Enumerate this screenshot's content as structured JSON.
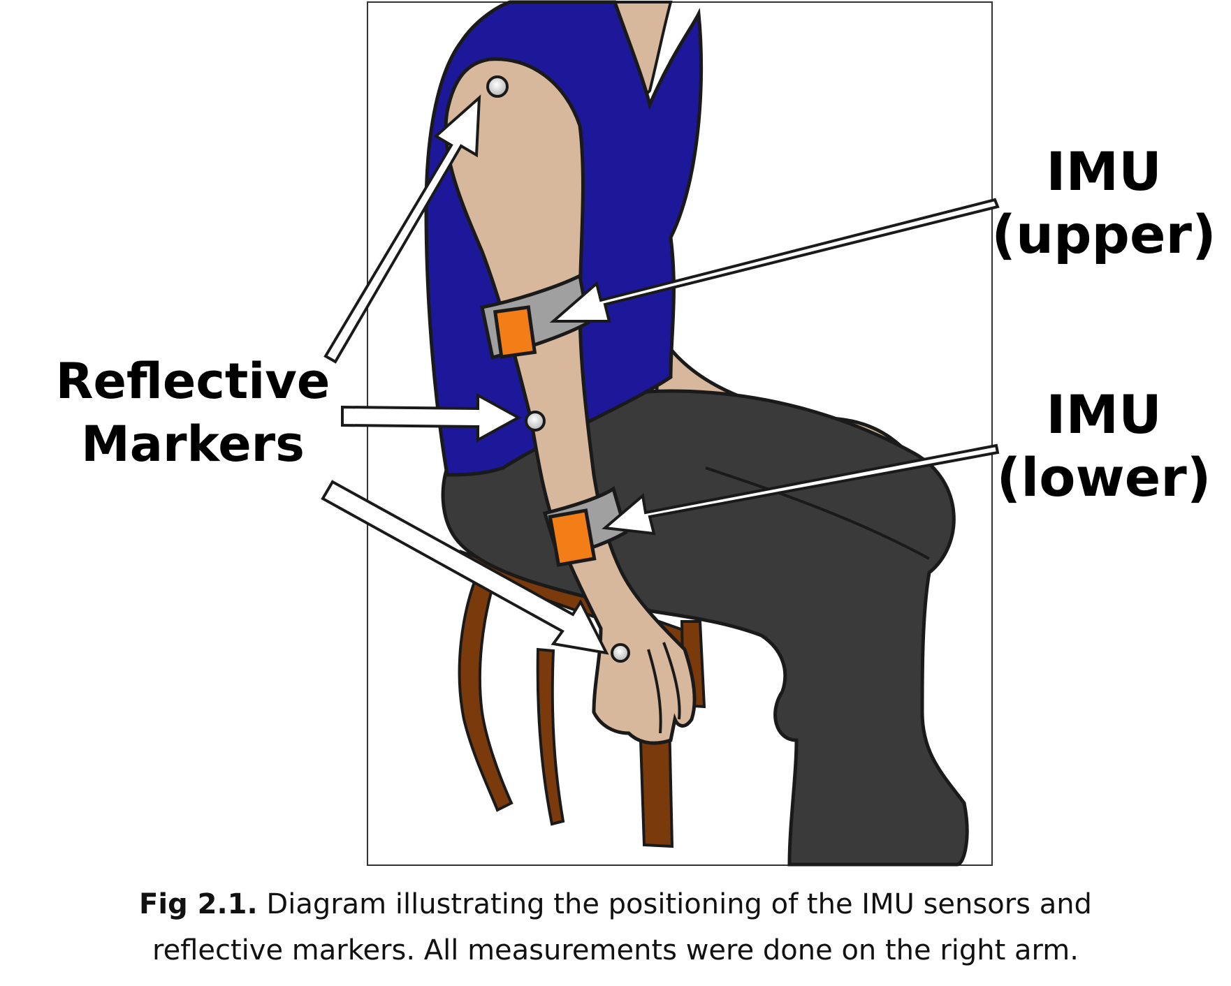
{
  "labels": {
    "reflective_line1": "Reflective",
    "reflective_line2": "Markers",
    "imu_upper_line1": "IMU",
    "imu_upper_line2": "(upper)",
    "imu_lower_line1": "IMU",
    "imu_lower_line2": "(lower)"
  },
  "caption": {
    "label": "Fig 2.1.",
    "line1": " Diagram illustrating the positioning of the IMU sensors and",
    "line2": "reflective markers. All measurements were done on the right arm."
  },
  "colors": {
    "shirt": "#1d189a",
    "skin": "#d7b89c",
    "pants": "#3a3a3a",
    "chair": "#7a3a0c",
    "band": "#a0a0a0",
    "imu_sensor": "#f37d16",
    "marker": "#ffffff"
  }
}
